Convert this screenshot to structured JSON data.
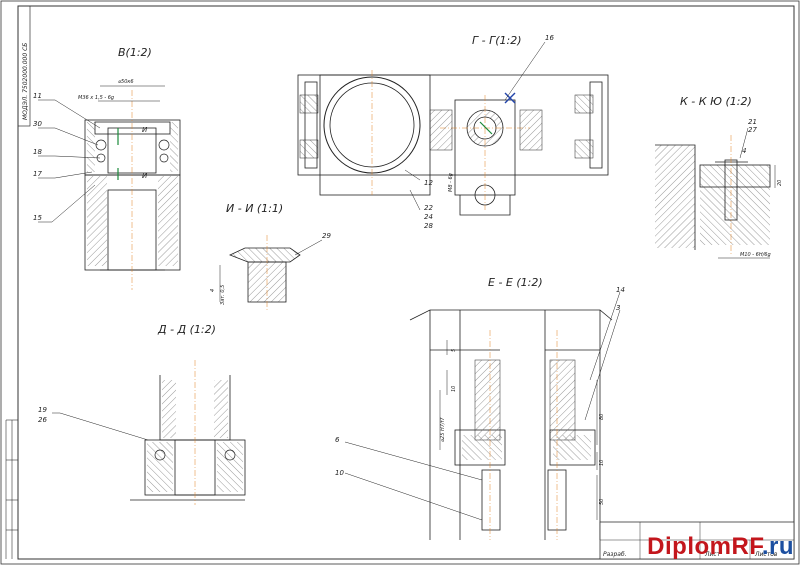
{
  "doc_code": "МОДЭЛ. 7502000.000 СБ",
  "sections": {
    "v": "В(1:2)",
    "g": "Г - Г(1:2)",
    "k": "К - К Ю  (1:2)",
    "i": "И - И (1:1)",
    "d": "Д - Д (1:2)",
    "e": "Е - Е (1:2)"
  },
  "markers": {
    "i_top": "И",
    "i_bot": "И"
  },
  "callouts": {
    "n11": "11",
    "n30": "30",
    "n18": "18",
    "n17": "17",
    "n15": "15",
    "n16": "16",
    "n12": "12",
    "n22": "22",
    "n24": "24",
    "n28": "28",
    "n21": "21",
    "n27": "27",
    "n4": "4",
    "n29": "29",
    "n19": "19",
    "n26": "26",
    "n14": "14",
    "n3": "3",
    "n6": "6",
    "n10": "10"
  },
  "dims": {
    "v_top": "⌀50к6",
    "v_thread": "М36 х 1,5 - 6g",
    "g_side": "М8 - 6g",
    "k_thread": "М10 - 6Н/6g",
    "k_h": "20",
    "i_v": "4",
    "i_bot": "Зат. 0,5",
    "e_a": "5",
    "e_b": "10",
    "e_c": "⌀25 H7/f7",
    "e_d": "80",
    "e_e": "10",
    "e_f": "50"
  },
  "stamp": {
    "sheet": "Лист",
    "sheets": "Листов",
    "developer": "Разраб."
  },
  "watermark": {
    "main": "DiplomRF",
    "tld": ".ru"
  }
}
